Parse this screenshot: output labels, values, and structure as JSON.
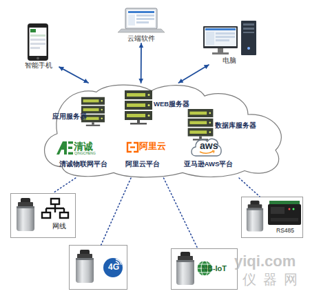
{
  "diagram": {
    "nodes": [
      {
        "text": [
          "智能手机"
        ]
      },
      {
        "text": [
          "云端软件"
        ]
      },
      {
        "text": [
          "电脑"
        ]
      },
      {
        "text": [
          "应用服务器",
          "WEB服务器",
          "数据库服务器",
          "清诚物联网平台",
          "阿里云平台",
          "亚马逊AWS平台"
        ]
      },
      {
        "text": [
          "网线"
        ]
      },
      {
        "text": [
          "RS485"
        ]
      },
      {
        "text": [
          "4G"
        ]
      },
      {
        "text": [
          "NB-IoT"
        ]
      }
    ],
    "edges": [
      {
        "from": 0,
        "to": 3,
        "arrow": "both"
      },
      {
        "from": 1,
        "to": 3,
        "arrow": "both"
      },
      {
        "from": 2,
        "to": 3,
        "arrow": "both"
      },
      {
        "from": 3,
        "to": 4,
        "arrow": "none"
      },
      {
        "from": 3,
        "to": 6,
        "arrow": "none"
      },
      {
        "from": 3,
        "to": 7,
        "arrow": "none"
      },
      {
        "from": 3,
        "to": 5,
        "arrow": "none"
      }
    ],
    "labels": [
      "清诚",
      "QINGCHENG",
      "阿里云",
      "aws",
      "yiqi.com",
      "仪器网"
    ]
  }
}
